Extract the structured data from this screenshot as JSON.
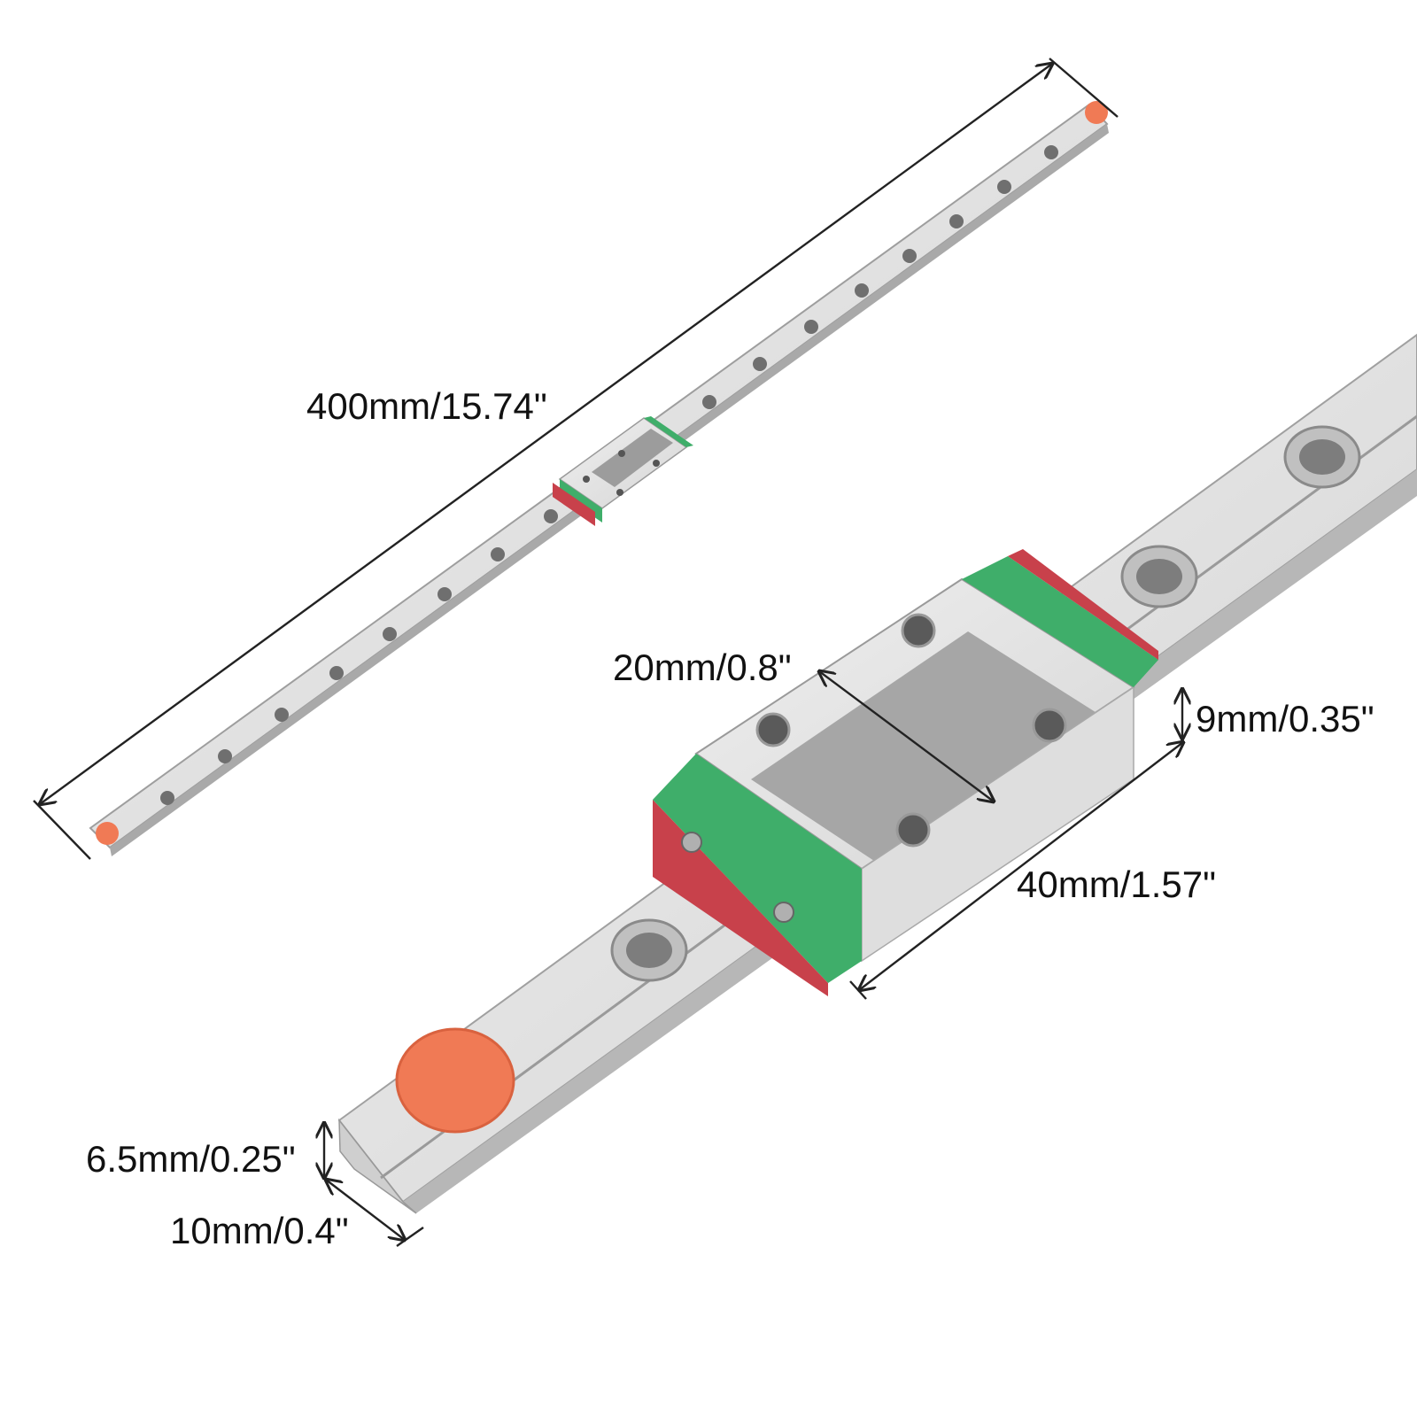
{
  "dimensions": {
    "total_length": "400mm/15.74\"",
    "block_width_hole_spacing": "20mm/0.8\"",
    "block_height": "9mm/0.35\"",
    "block_length": "40mm/1.57\"",
    "rail_height": "6.5mm/0.25\"",
    "rail_width": "10mm/0.4\""
  },
  "colors": {
    "rail_steel": "#d8d8d8",
    "end_seal_green": "#3fae6a",
    "end_cap_red": "#c8414b",
    "plug_orange": "#f07a55",
    "dimension_line": "#222222"
  }
}
